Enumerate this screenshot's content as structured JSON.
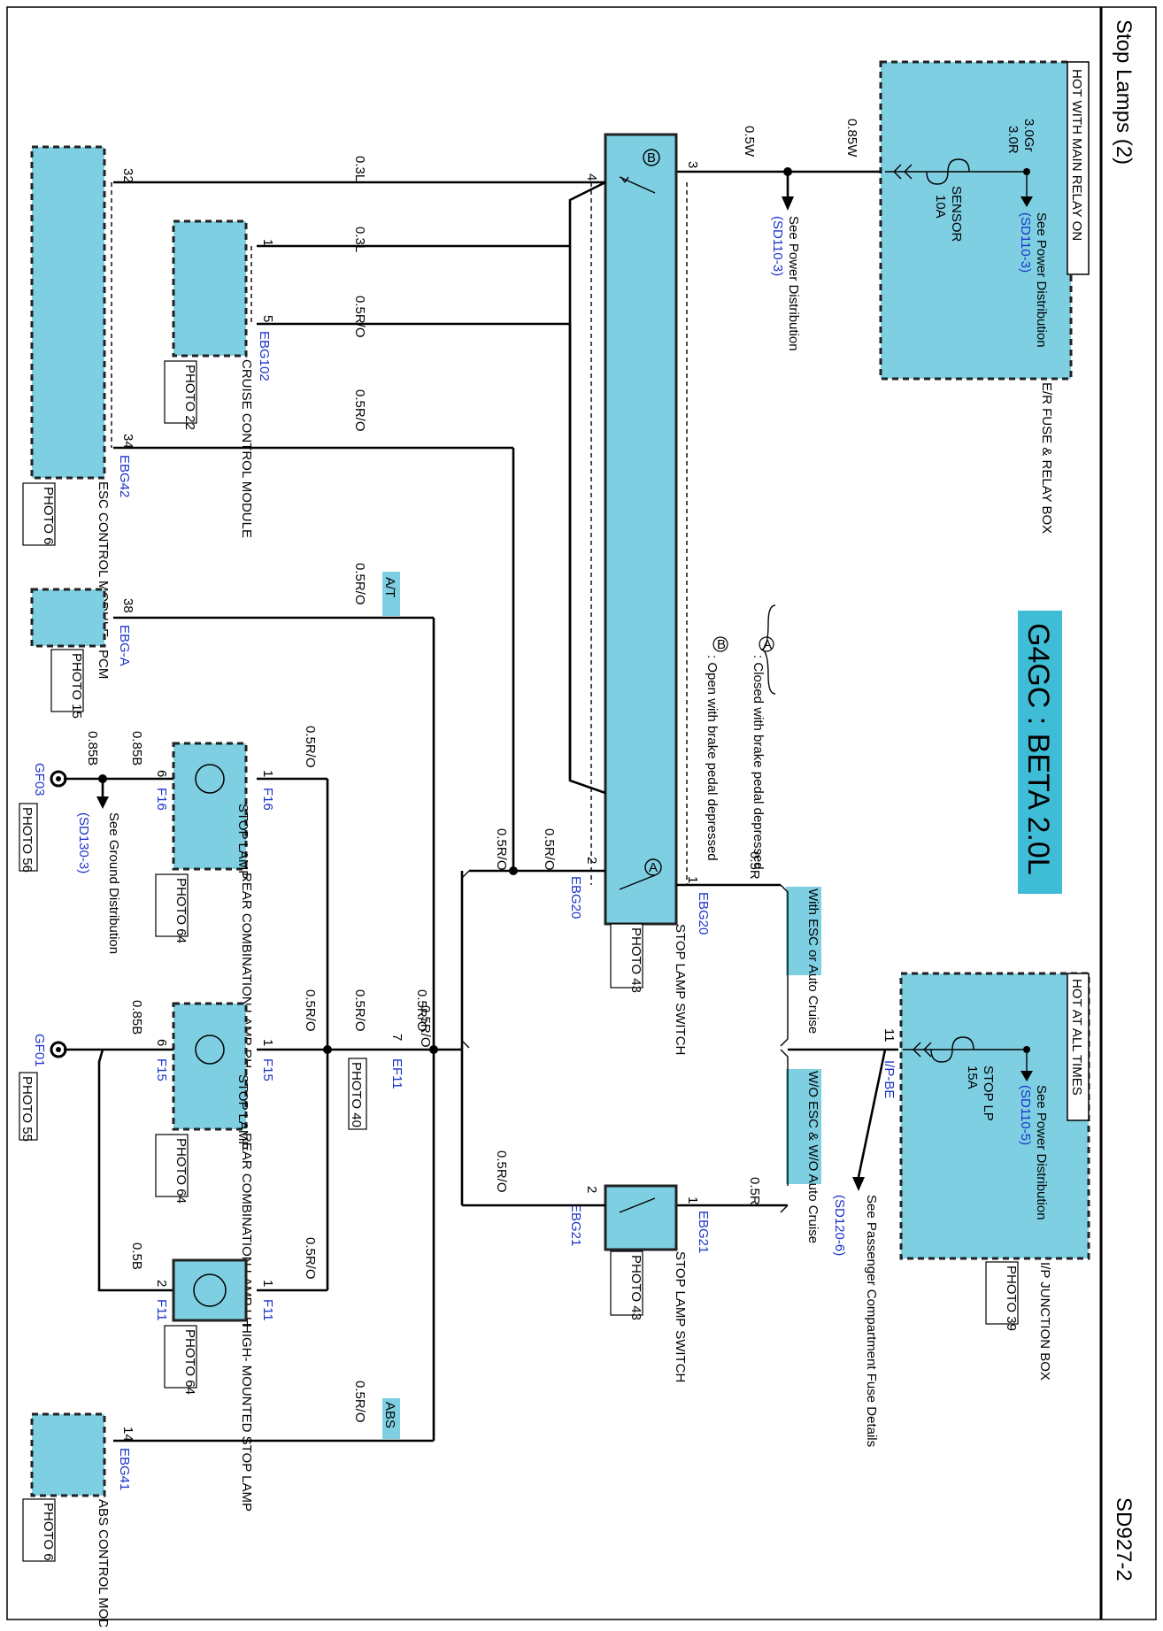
{
  "header": {
    "title": "Stop Lamps (2)",
    "page_id": "SD927-2"
  },
  "engine_banner": "G4GC : BETA 2.0L",
  "conditions": {
    "main_relay": "HOT WITH MAIN RELAY ON",
    "all_times": "HOT AT ALL TIMES"
  },
  "notes": {
    "a_mark": "A",
    "a_text": ": Closed with brake pedal depressed",
    "b_mark": "B",
    "b_text": ": Open with brake pedal depressed"
  },
  "options": {
    "with_esc": "With ESC or Auto Cruise",
    "wo_esc": "W/O ESC & W/O Auto Cruise",
    "at": "A/T",
    "abs": "ABS"
  },
  "wires": {
    "w085w": "0.85W",
    "w05w": "0.5W",
    "w03l_a": "0.3L",
    "w03l_b": "0.3L",
    "w05ro_1": "0.5R/O",
    "w05ro_2": "0.5R/O",
    "w05ro_3": "0.5R/O",
    "w05ro_4": "0.5R/O",
    "w05ro_5": "0.5R/O",
    "w05ro_6": "0.5R/O",
    "w05ro_7": "0.5R/O",
    "w05ro_8": "0.5R/O",
    "w05ro_9": "0.5R/O",
    "w05ro_10": "0.5R/O",
    "w05ro_11": "0.5R/O",
    "w05ro_12": "0.5R/O",
    "w05r_1": "0.5R",
    "w05r_2": "0.5R",
    "w30gr": "3.0Gr",
    "w30r": "3.0R",
    "w085b_1": "0.85B",
    "w085b_2": "0.85B",
    "w085b_3": "0.85B",
    "w05b": "0.5B"
  },
  "fuses": {
    "sensor_name": "SENSOR",
    "sensor_rating": "10A",
    "stop_name": "STOP LP",
    "stop_rating": "15A"
  },
  "components": {
    "er_box": "E/R FUSE & RELAY BOX",
    "ip_box": "I/P JUNCTION BOX",
    "ip_photo": "PHOTO 39",
    "stop_switch": "STOP LAMP SWITCH",
    "stop_switch_photo": "PHOTO 43",
    "stop_switch2_photo": "PHOTO 43",
    "cruise": "CRUISE CONTROL MODULE",
    "cruise_photo": "PHOTO 22",
    "esc": "ESC CONTROL MODULE",
    "esc_photo": "PHOTO 6",
    "pcm": "PCM",
    "pcm_photo": "PHOTO 15",
    "rear_rh": "REAR COMBINATION LAMP RH",
    "rear_rh_photo": "PHOTO 64",
    "rear_lh": "REAR COMBINATION LAMP LH",
    "rear_lh_photo": "PHOTO 64",
    "hmsl": "HIGH- MOUNTED STOP LAMP",
    "hmsl_photo": "PHOTO 64",
    "abs": "ABS CONTROL MODULE",
    "abs_photo": "PHOTO 6",
    "stop_lamp_1": "STOP LAMP",
    "stop_lamp_2": "STOP LAMP"
  },
  "connectors": {
    "ebg20_a": "EBG20",
    "ebg20_b": "EBG20",
    "ebg21_a": "EBG21",
    "ebg21_b": "EBG21",
    "ebg102": "EBG102",
    "ebg42": "EBG42",
    "ebga": "EBG-A",
    "ebg41": "EBG41",
    "f16_a": "F16",
    "f16_b": "F16",
    "f15_a": "F15",
    "f15_b": "F15",
    "f11_a": "F11",
    "f11_b": "F11",
    "ef11": "EF11",
    "ef11_photo": "PHOTO 40",
    "ipbe": "I/P-BE"
  },
  "pins": {
    "p3": "3",
    "p4": "4",
    "p1sw": "1",
    "p2sw": "2",
    "p1sw2": "1",
    "p2sw2": "2",
    "p32": "32",
    "p34": "34",
    "p1cr": "1",
    "p5cr": "5",
    "p38": "38",
    "p14": "14",
    "p1rh": "1",
    "p6rh": "6",
    "p1lh": "1",
    "p6lh": "6",
    "p1hm": "1",
    "p2hm": "2",
    "p7": "7",
    "p11": "11"
  },
  "grounds": {
    "gf03": "GF03",
    "gf03_photo": "PHOTO 56",
    "gf01": "GF01",
    "gf01_photo": "PHOTO 55"
  },
  "references": {
    "pd1_text": "See Power Distribution",
    "pd1_ref": "(SD110-3)",
    "pd2_text": "See Power Distribution",
    "pd2_ref": "(SD110-3)",
    "pd3_text": "See Power Distribution",
    "pd3_ref": "(SD110-5)",
    "pass_text": "See Passenger Compartment Fuse Details",
    "pass_ref": "(SD120-6)",
    "gnd_text": "See Ground Distribution",
    "gnd_ref": "(SD130-3)"
  }
}
